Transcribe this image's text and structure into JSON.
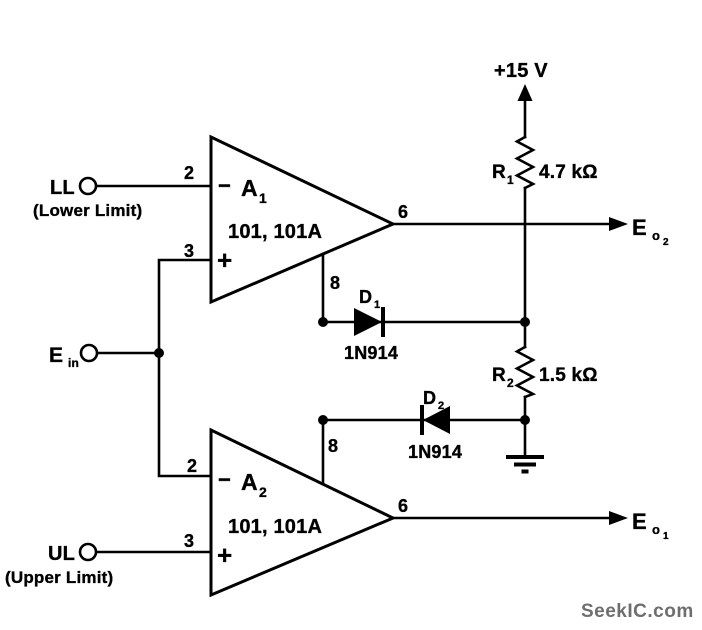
{
  "colors": {
    "background": "#ffffff",
    "line": "#000000",
    "watermark": "#6e6e6e"
  },
  "supply": {
    "label": "+15 V"
  },
  "opamps": {
    "a1": {
      "minus": "−",
      "plus": "+",
      "name": "A",
      "name_sub": "1",
      "part": "101, 101A",
      "pin_inverting": "2",
      "pin_noninverting": "3",
      "pin_output": "6",
      "pin_balance": "8"
    },
    "a2": {
      "minus": "−",
      "plus": "+",
      "name": "A",
      "name_sub": "2",
      "part": "101, 101A",
      "pin_inverting": "2",
      "pin_noninverting": "3",
      "pin_output": "6",
      "pin_balance": "8"
    }
  },
  "resistors": {
    "r1": {
      "ref": "R",
      "ref_sub": "1",
      "value": "4.7 kΩ"
    },
    "r2": {
      "ref": "R",
      "ref_sub": "2",
      "value": "1.5 kΩ"
    }
  },
  "diodes": {
    "d1": {
      "ref": "D",
      "ref_sub": "1",
      "part": "1N914"
    },
    "d2": {
      "ref": "D",
      "ref_sub": "2",
      "part": "1N914"
    }
  },
  "terminals": {
    "ll": {
      "label": "LL",
      "caption": "(Lower Limit)"
    },
    "ul": {
      "label": "UL",
      "caption": "(Upper Limit)"
    },
    "ein": {
      "base": "E",
      "sub": "in"
    },
    "eo2": {
      "base": "E",
      "sub": "o",
      "subsub": "2"
    },
    "eo1": {
      "base": "E",
      "sub": "o",
      "subsub": "1"
    }
  },
  "watermark": {
    "text": "SeekIC.com"
  }
}
